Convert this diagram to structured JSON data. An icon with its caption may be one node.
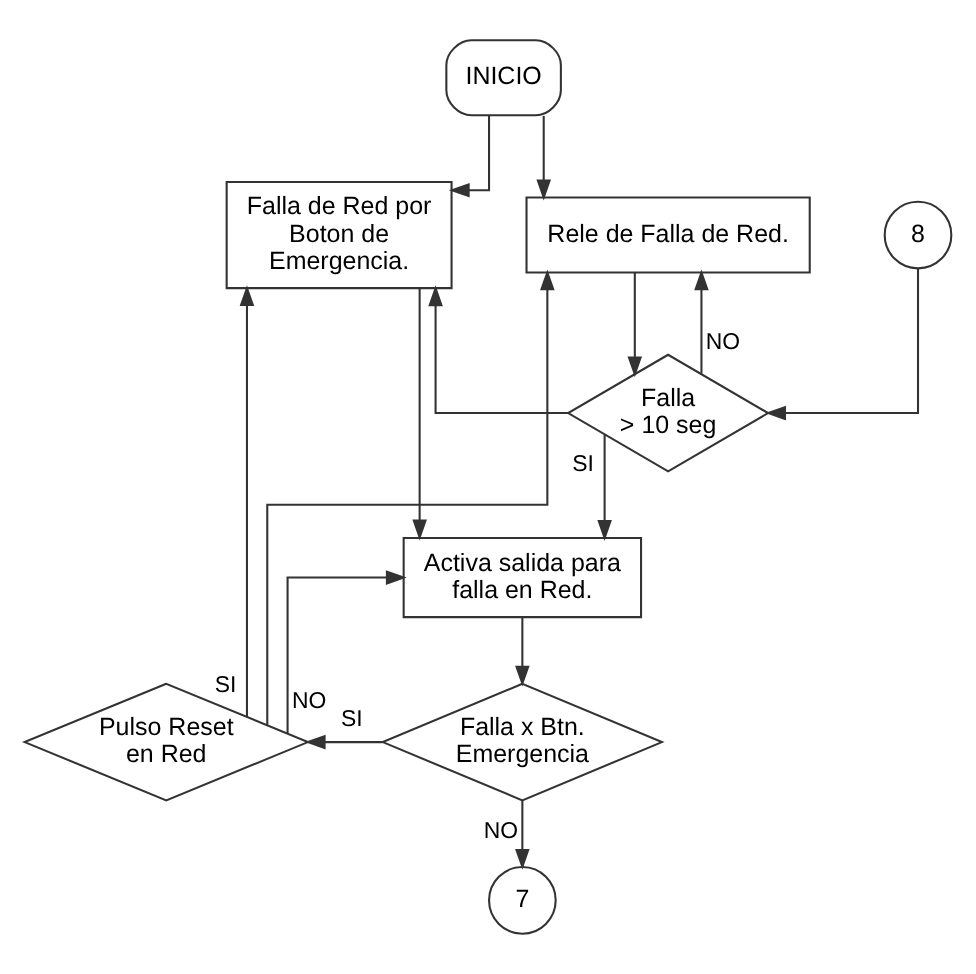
{
  "diagram": {
    "nodes": [
      {
        "text": [
          "INICIO"
        ]
      },
      {
        "text": [
          "Falla de Red por Boton de Emergencia."
        ]
      },
      {
        "text": [
          "Rele de Falla de Red."
        ]
      },
      {
        "text": [
          "8"
        ]
      },
      {
        "text": [
          "Falla > 10 seg"
        ]
      },
      {
        "text": [
          "Activa salida para falla en Red."
        ]
      },
      {
        "text": [
          "Pulso Reset en Red"
        ]
      },
      {
        "text": [
          "Falla x Btn. Emergencia"
        ]
      },
      {
        "text": [
          "7"
        ]
      }
    ],
    "edges": [
      {
        "from": 0,
        "to": 1,
        "arrow": "to"
      },
      {
        "from": 0,
        "to": 2,
        "arrow": "to"
      },
      {
        "from": 2,
        "to": 4,
        "arrow": "to"
      },
      {
        "from": 3,
        "to": 4,
        "arrow": "to"
      },
      {
        "from": 4,
        "to": 5,
        "arrow": "to",
        "label": "SI"
      },
      {
        "from": 4,
        "to": 1,
        "arrow": "to"
      },
      {
        "from": 4,
        "to": 2,
        "arrow": "to",
        "label": "NO"
      },
      {
        "from": 1,
        "to": 5,
        "arrow": "to"
      },
      {
        "from": 6,
        "to": 5,
        "arrow": "to",
        "label": "NO"
      },
      {
        "from": 5,
        "to": 7,
        "arrow": "to"
      },
      {
        "from": 7,
        "to": 6,
        "arrow": "to",
        "label": "SI"
      },
      {
        "from": 7,
        "to": 8,
        "arrow": "to",
        "label": "NO"
      },
      {
        "from": 6,
        "to": 1,
        "arrow": "to",
        "label": "SI"
      },
      {
        "from": 6,
        "to": 2,
        "arrow": "to"
      }
    ]
  }
}
